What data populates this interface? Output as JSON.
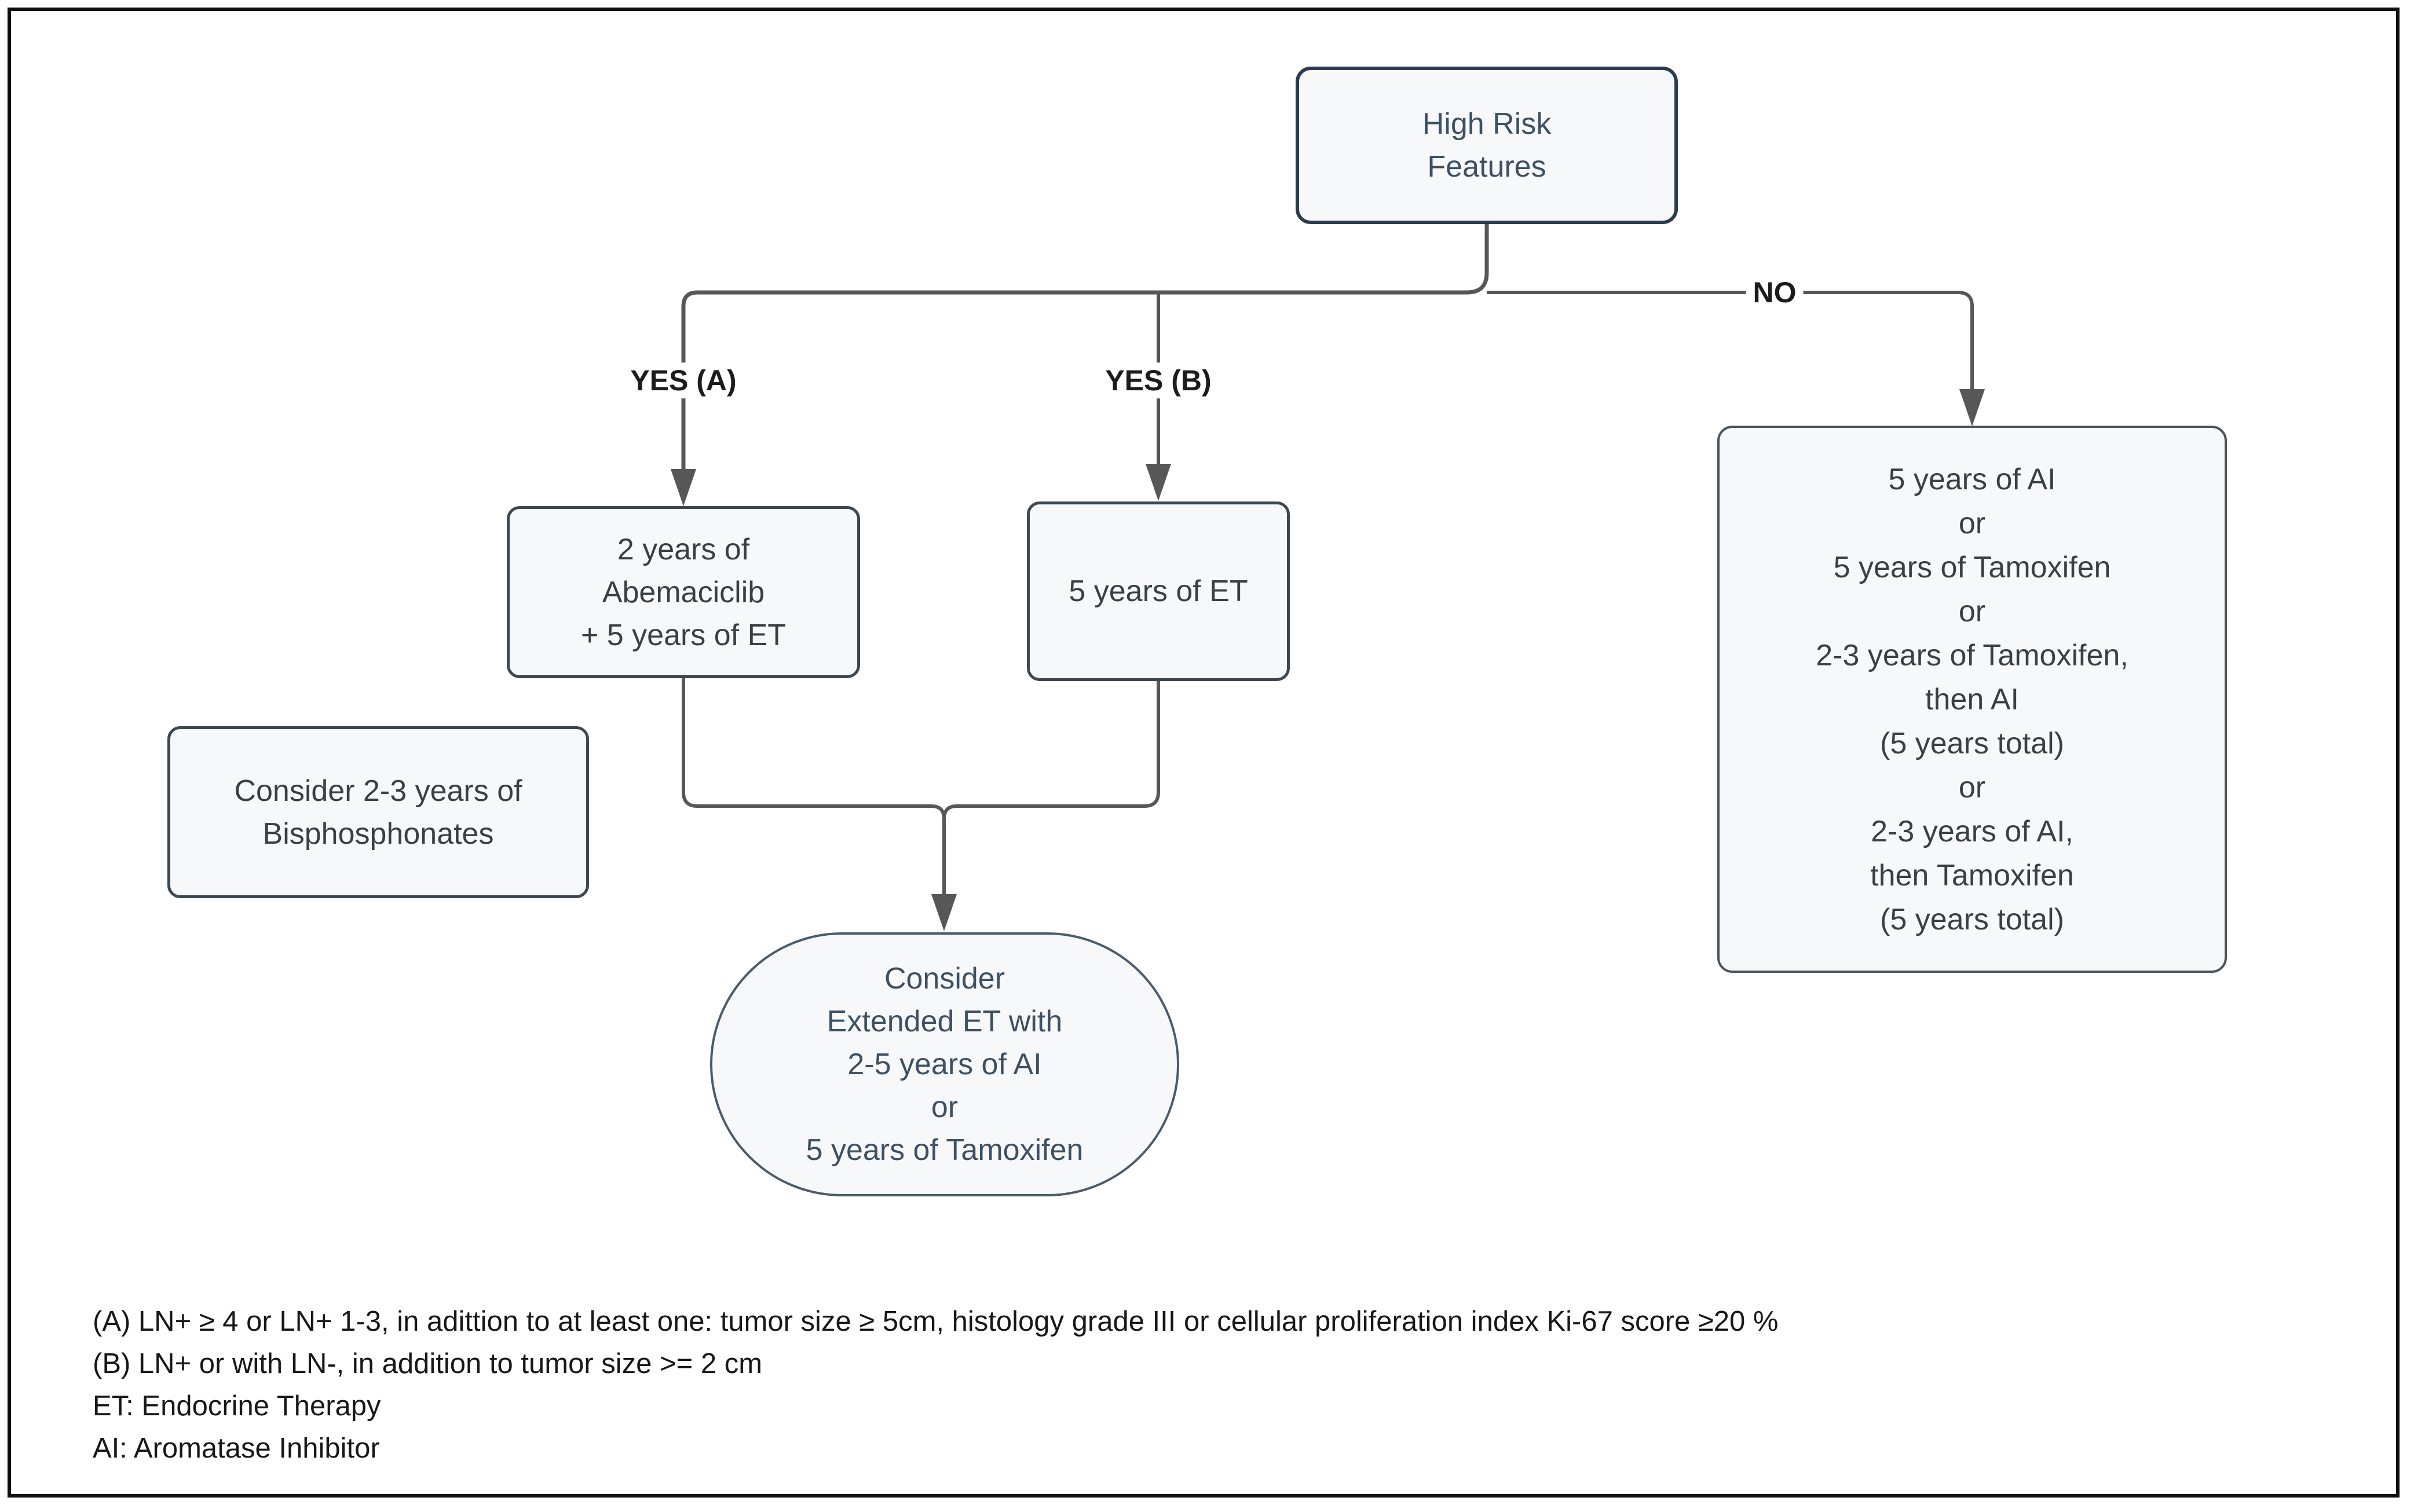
{
  "nodes": {
    "high_risk": "High Risk\nFeatures",
    "abemaciclib": "2 years of\nAbemaciclib\n+ 5 years of ET",
    "five_years_et": "5 years of ET",
    "no_options": "5 years of AI\nor\n5 years of Tamoxifen\nor\n2-3 years of Tamoxifen,\nthen AI\n(5 years total)\nor\n2-3 years of AI,\nthen Tamoxifen\n(5 years total)",
    "bisphosphonates": "Consider 2-3 years of\nBisphosphonates",
    "extended_et": "Consider\nExtended ET with\n2-5 years of AI\nor\n5 years of Tamoxifen"
  },
  "edge_labels": {
    "yes_a": "YES (A)",
    "yes_b": "YES (B)",
    "no": "NO"
  },
  "footnotes": [
    "(A) LN+ ≥ 4 or LN+ 1-3, in adittion to at least one: tumor size ≥ 5cm, histology grade III or cellular proliferation index Ki-67 score ≥20 %",
    "(B) LN+ or with LN-, in addition to tumor size >= 2 cm",
    "ET: Endocrine Therapy",
    "AI: Aromatase Inhibitor"
  ],
  "colors": {
    "background": "#ffffff",
    "frame_border": "#0f0f0f",
    "node_fill": "#f7f8f9",
    "top_node_border": "#2b3c4f",
    "node_border": "#3e4850",
    "stadium_border": "#4b5b6d",
    "connector": "#575757",
    "slate_text": "#3d5064",
    "dark_text": "#3a3f44",
    "label_text": "#1c1c1c",
    "footnote_text": "#171717"
  }
}
